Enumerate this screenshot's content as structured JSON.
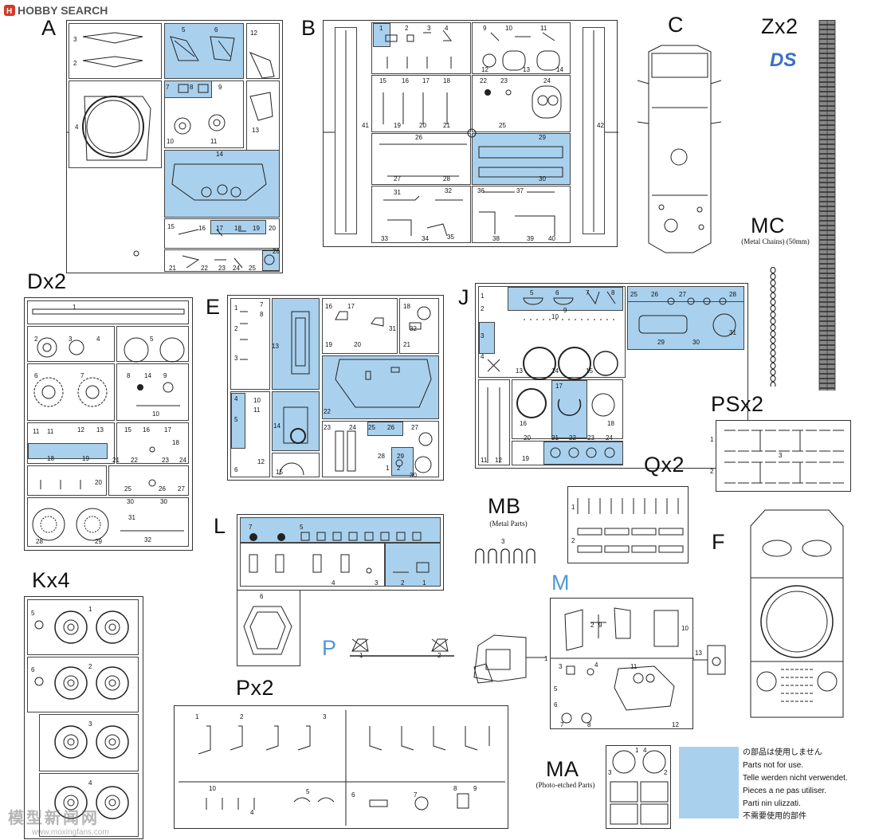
{
  "header": {
    "logo": "HOBBY SEARCH"
  },
  "labels": {
    "A": "A",
    "B": "B",
    "C": "C",
    "Zx2": "Zx2",
    "DS": "DS",
    "MC": "MC",
    "MC_sub": "(Metal Chains) (50mm)",
    "Dx2": "Dx2",
    "E": "E",
    "J": "J",
    "PSx2": "PSx2",
    "Qx2": "Qx2",
    "MB": "MB",
    "MB_sub": "(Metal Parts)",
    "L": "L",
    "F": "F",
    "Kx4": "Kx4",
    "M": "M",
    "P": "P",
    "Px2": "Px2",
    "MA": "MA",
    "MA_sub": "(Photo-etched Parts)"
  },
  "legend": {
    "lines": [
      "の部品は使用しません",
      "Parts not for use.",
      "Telle werden nicht verwendet.",
      "Pieces a ne pas utiliser.",
      "Parti nin ulizzati.",
      "不需要使用的部件"
    ],
    "swatch_color": "#a9d1ee"
  },
  "watermark": {
    "cn": "模型新闻网",
    "url": "www.moxingfans.com"
  },
  "parts": {
    "A": [
      "3",
      "5",
      "6",
      "12",
      "2",
      "4",
      "7",
      "8",
      "9",
      "13",
      "10",
      "11",
      "14",
      "15",
      "16",
      "17",
      "18",
      "19",
      "20",
      "21",
      "22",
      "23",
      "24",
      "25",
      "26"
    ],
    "B": [
      "1",
      "2",
      "3",
      "4",
      "9",
      "10",
      "11",
      "12",
      "13",
      "14",
      "15",
      "16",
      "17",
      "18",
      "22",
      "23",
      "24",
      "41",
      "19",
      "20",
      "21",
      "25",
      "42",
      "26",
      "29",
      "27",
      "28",
      "30",
      "31",
      "32",
      "36",
      "37",
      "33",
      "34",
      "35",
      "38",
      "39",
      "40"
    ],
    "D": [
      "1",
      "2",
      "3",
      "4",
      "5",
      "6",
      "7",
      "8",
      "14",
      "9",
      "10",
      "11",
      "12",
      "13",
      "15",
      "16",
      "17",
      "18",
      "19",
      "20",
      "21",
      "22",
      "23",
      "24",
      "25",
      "26",
      "27",
      "30",
      "31",
      "28",
      "29",
      "32"
    ],
    "E": [
      "7",
      "8",
      "16",
      "17",
      "18",
      "31",
      "32",
      "13",
      "19",
      "20",
      "21",
      "22",
      "4",
      "10",
      "11",
      "14",
      "5",
      "3",
      "12",
      "6",
      "23",
      "24",
      "25",
      "26",
      "27",
      "28",
      "15",
      "29",
      "30",
      "2",
      "1"
    ],
    "J": [
      "1",
      "5",
      "6",
      "7",
      "8",
      "25",
      "26",
      "27",
      "28",
      "2",
      "3",
      "9",
      "10",
      "29",
      "30",
      "31",
      "4",
      "13",
      "14",
      "15",
      "16",
      "17",
      "18",
      "20",
      "21",
      "22",
      "23",
      "24",
      "11",
      "12",
      "19"
    ],
    "PS": [
      "1",
      "2",
      "3"
    ],
    "Q": [
      "1",
      "2"
    ],
    "MB": [
      "3"
    ],
    "L": [
      "7",
      "5",
      "4",
      "3",
      "2",
      "1",
      "6"
    ],
    "M": [
      "1",
      "2",
      "9",
      "10",
      "3",
      "4",
      "11",
      "5",
      "6",
      "7",
      "8",
      "12",
      "13"
    ],
    "P": [
      "1",
      "2"
    ],
    "K": [
      "5",
      "1",
      "6",
      "2",
      "3",
      "4"
    ],
    "Px": [
      "1",
      "2",
      "3",
      "10",
      "4",
      "5",
      "6",
      "7",
      "8",
      "9"
    ],
    "MA": [
      "1",
      "2",
      "3",
      "4"
    ]
  }
}
